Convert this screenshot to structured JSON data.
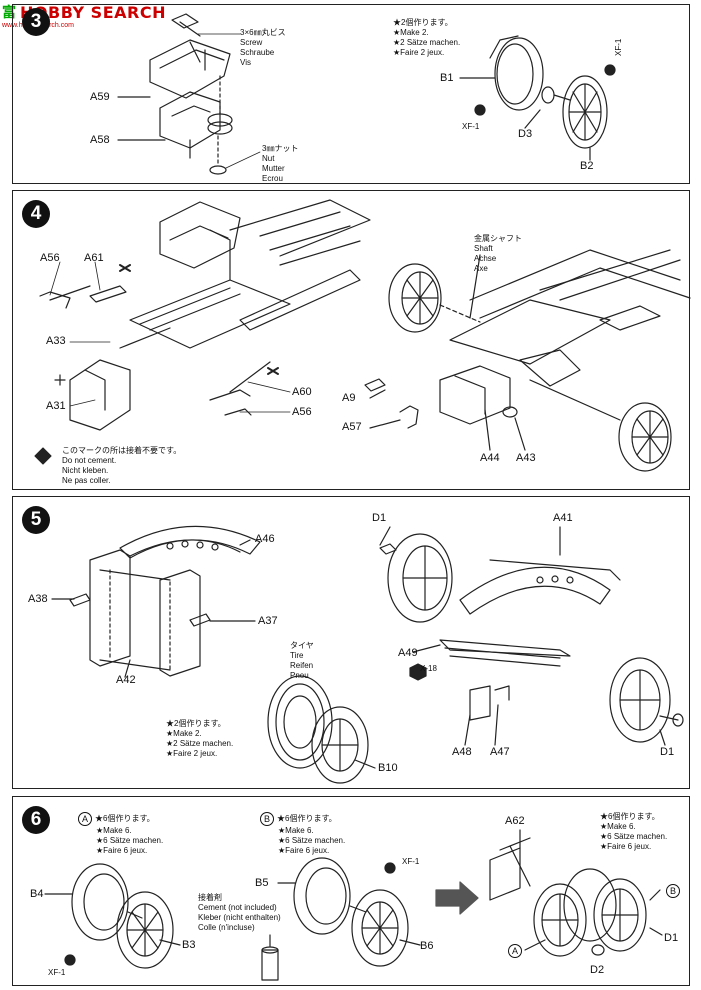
{
  "watermark": {
    "logo": "富",
    "name": "HOBBY SEARCH",
    "url": "www.hobbysearch.com"
  },
  "step3": {
    "number": "3",
    "screw_note": [
      "3×6㎜丸ビス",
      "Screw",
      "Schraube",
      "Vis"
    ],
    "nut_note": [
      "3㎜ナット",
      "Nut",
      "Mutter",
      "Ecrou"
    ],
    "make2_note": [
      "★2個作ります。",
      "★Make 2.",
      "★2 Sätze machen.",
      "★Faire 2 jeux."
    ],
    "labels": {
      "a59": "A59",
      "a58": "A58",
      "b1": "B1",
      "d3": "D3",
      "b2": "B2",
      "xf1a": "XF-1",
      "xf1b": "XF-1"
    }
  },
  "step4": {
    "number": "4",
    "shaft_note": [
      "金属シャフト",
      "Shaft",
      "Achse",
      "Axe"
    ],
    "no_cement_note": [
      "このマークの所は接着不要です。",
      "Do not cement.",
      "Nicht kleben.",
      "Ne pas coller."
    ],
    "labels": {
      "a56a": "A56",
      "a61": "A61",
      "a33": "A33",
      "a31": "A31",
      "a60": "A60",
      "a56b": "A56",
      "a9": "A9",
      "a57": "A57",
      "a44": "A44",
      "a43": "A43"
    }
  },
  "step5": {
    "number": "5",
    "tire_note": [
      "タイヤ",
      "Tire",
      "Reifen",
      "Pneu"
    ],
    "make2_note": [
      "★2個作ります。",
      "★Make 2.",
      "★2 Sätze machen.",
      "★Faire 2 jeux."
    ],
    "labels": {
      "a46": "A46",
      "a38": "A38",
      "a37": "A37",
      "a42": "A42",
      "b10": "B10",
      "d1a": "D1",
      "a41": "A41",
      "a49": "A49",
      "x18": "X-18",
      "a48": "A48",
      "a47": "A47",
      "d1b": "D1"
    }
  },
  "step6": {
    "number": "6",
    "group_a_mark": "A",
    "group_a_note": [
      "★6個作ります。",
      "★Make 6.",
      "★6 Sätze machen.",
      "★Faire 6 jeux."
    ],
    "group_b_mark": "B",
    "group_b_note": [
      "★6個作ります。",
      "★Make 6.",
      "★6 Sätze machen.",
      "★Faire 6 jeux."
    ],
    "right_note": [
      "★6個作ります。",
      "★Make 6.",
      "★6 Sätze machen.",
      "★Faire 6 jeux."
    ],
    "cement_note": [
      "接着剤",
      "Cement (not included)",
      "Kleber (nicht enthalten)",
      "Colle (n'incluse)"
    ],
    "labels": {
      "b4": "B4",
      "b3": "B3",
      "xf1a": "XF-1",
      "b5": "B5",
      "b6": "B6",
      "xf1b": "XF-1",
      "a62": "A62",
      "d1": "D1",
      "d2": "D2",
      "mark_a": "A",
      "mark_b": "B"
    }
  }
}
